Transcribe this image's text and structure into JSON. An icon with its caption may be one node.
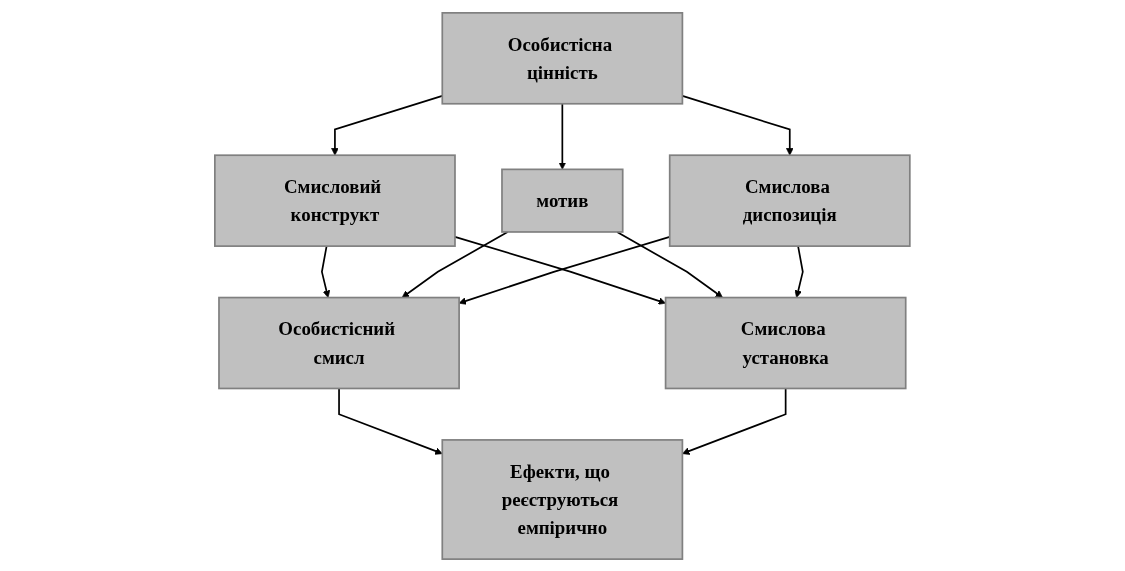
{
  "diagram": {
    "nodes": [
      {
        "text": [
          "Особистісна цінність"
        ]
      },
      {
        "text": [
          "Смисловий конструкт"
        ]
      },
      {
        "text": [
          "мотив"
        ]
      },
      {
        "text": [
          "Смислова диспозиція"
        ]
      },
      {
        "text": [
          "Особистісний смисл"
        ]
      },
      {
        "text": [
          "Смислова установка"
        ]
      },
      {
        "text": [
          "Ефекти, що реєструються емпірично"
        ]
      }
    ],
    "edges": [
      {
        "from": 0,
        "to": 1,
        "arrow": "to"
      },
      {
        "from": 0,
        "to": 2,
        "arrow": "to"
      },
      {
        "from": 0,
        "to": 3,
        "arrow": "to"
      },
      {
        "from": 1,
        "to": 4,
        "arrow": "to"
      },
      {
        "from": 1,
        "to": 5,
        "arrow": "to"
      },
      {
        "from": 2,
        "to": 4,
        "arrow": "to"
      },
      {
        "from": 2,
        "to": 5,
        "arrow": "to"
      },
      {
        "from": 3,
        "to": 5,
        "arrow": "to"
      },
      {
        "from": 3,
        "to": 4,
        "arrow": "to"
      },
      {
        "from": 4,
        "to": 6,
        "arrow": "to"
      },
      {
        "from": 5,
        "to": 6,
        "arrow": "to"
      }
    ]
  }
}
